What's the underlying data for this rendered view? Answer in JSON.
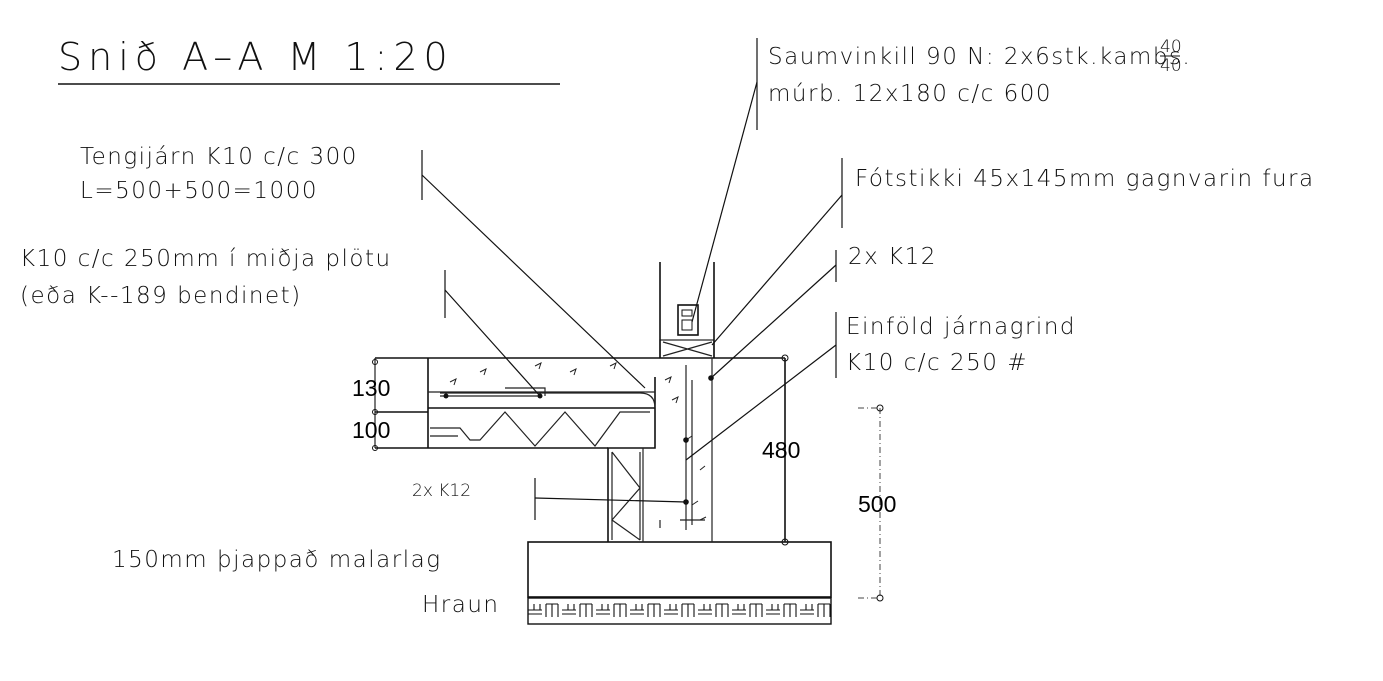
{
  "drawing": {
    "title": "Snið A–A   M 1:20",
    "labels": {
      "saumvinkill_1": "Saumvinkill 90 N: 2x6stk.kambs.",
      "saumvinkill_frac_num": "40",
      "saumvinkill_frac_den": "40",
      "saumvinkill_2": "múrb. 12x180 c/c 600",
      "tengijarn_1": "Tengijárn K10 c/c 300",
      "tengijarn_2": "L=500+500=1000",
      "fotstikki": "Fótstikki 45x145mm gagnvarin fura",
      "k10_1": "K10 c/c 250mm í miðja plötu",
      "k10_2": "(eða K--189 bendinet)",
      "two_k12_top": "2x K12",
      "einfold_1": "Einföld járnagrind",
      "einfold_2": "K10 c/c 250 #",
      "two_k12_bottom": "2x K12",
      "malarlag": "150mm þjappað malarlag",
      "hraun": "Hraun"
    },
    "dimensions": {
      "slab": "130",
      "insulation": "100",
      "wall": "480",
      "total": "500"
    }
  }
}
